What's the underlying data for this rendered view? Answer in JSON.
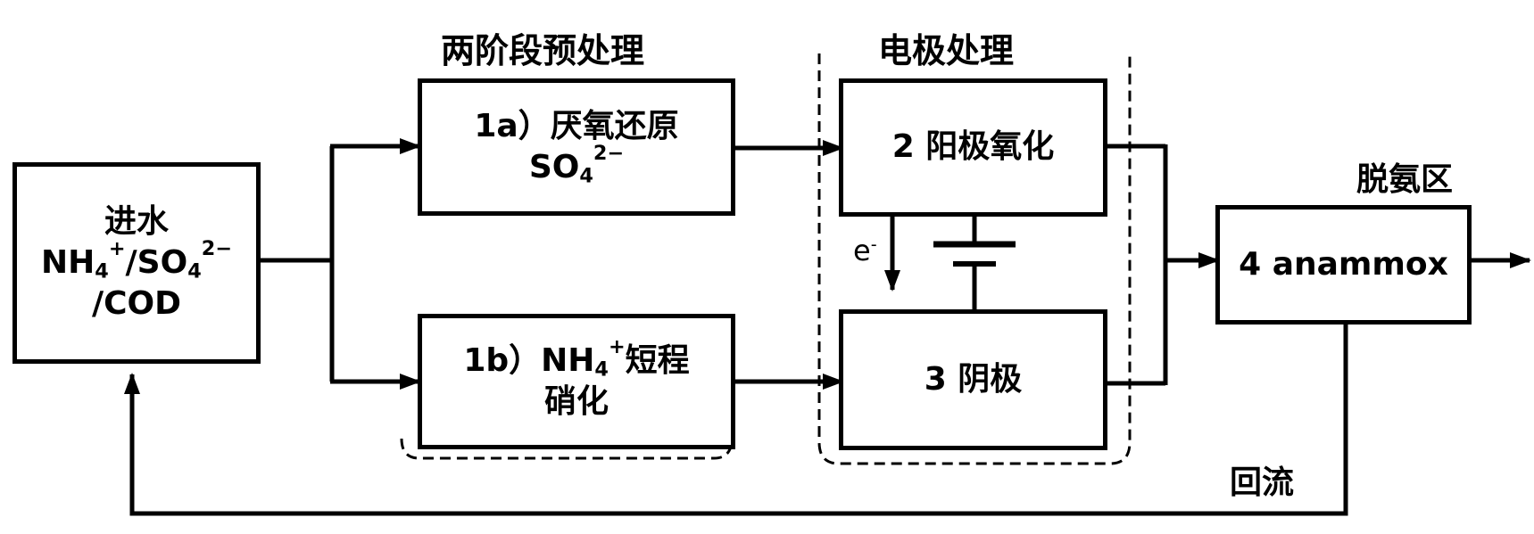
{
  "labels": {
    "pretreatment_title": "两阶段预处理",
    "electrode_title": "电极处理",
    "deamm_zone": "脱氨区",
    "reflux": "回流",
    "electron": "e"
  },
  "nodes": {
    "influent": {
      "title": "进水",
      "nh": "NH",
      "nh_sub": "4",
      "nh_sup": "+",
      "slash_so": "/SO",
      "so_sub": "4",
      "so_sup": "2−",
      "cod": "/COD"
    },
    "anaerobic": {
      "line1": "1a）厌氧还原",
      "so": "SO",
      "so_sub": "4",
      "so_sup": "2−"
    },
    "nitrification": {
      "prefix": "1b）NH",
      "nh_sub": "4",
      "nh_sup": "+",
      "suffix": "短程",
      "line2": "硝化"
    },
    "anode": {
      "label": "2 阳极氧化"
    },
    "cathode": {
      "label": "3 阴极"
    },
    "anammox": {
      "label": "4 anammox"
    }
  }
}
